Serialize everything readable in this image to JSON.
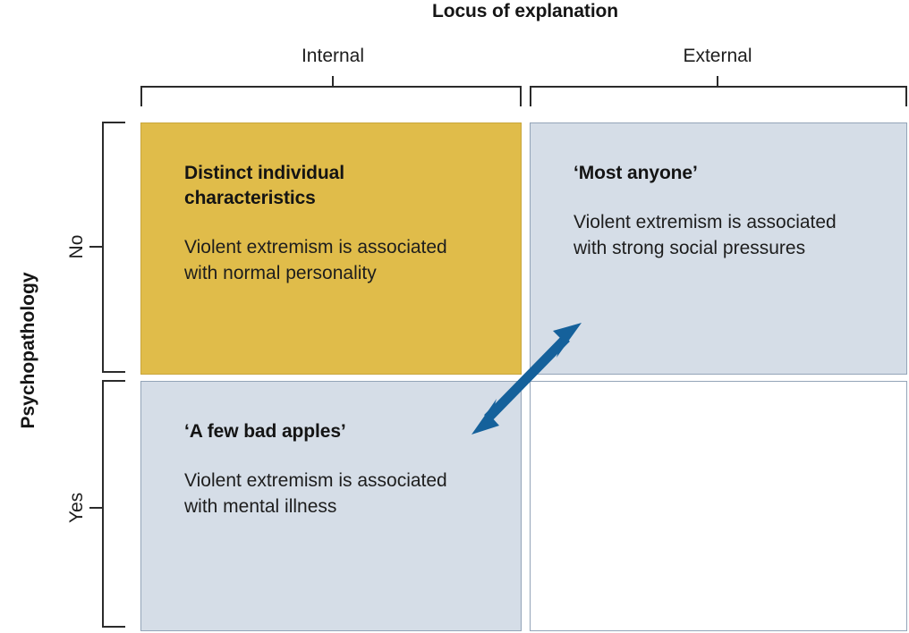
{
  "figure": {
    "column_axis_title": "Locus of explanation",
    "row_axis_title": "Psychopathology",
    "column_labels": [
      "Internal",
      "External"
    ],
    "row_labels": [
      "No",
      "Yes"
    ],
    "colors": {
      "highlight_yellow": "#E0BC4A",
      "panel_blue_grey": "#D5DDE7",
      "panel_border_blue": "#93A4B8",
      "arrow_blue": "#15619B",
      "bracket_black": "#2b2b2b",
      "text_black": "#1a1a1a",
      "background_white": "#ffffff"
    },
    "arrow": {
      "name": "double-headed-diagonal-arrow",
      "from": "bottom-left-quadrant",
      "to": "top-right-quadrant",
      "heads": "both"
    }
  },
  "quadrants": {
    "internal_no": {
      "heading": "Distinct individual characteristics",
      "body": "Violent extremism is associated with normal personality",
      "locus": "Internal",
      "psychopathology": "No",
      "fill": "#E0BC4A"
    },
    "external_no": {
      "heading": "‘Most anyone’",
      "body": "Violent extremism is associated with strong social pressures",
      "locus": "External",
      "psychopathology": "No",
      "fill": "#D5DDE7"
    },
    "internal_yes": {
      "heading": "‘A few bad apples’",
      "body": "Violent extremism is associated with mental illness",
      "locus": "Internal",
      "psychopathology": "Yes",
      "fill": "#D5DDE7"
    },
    "external_yes": {
      "heading": "",
      "body": "",
      "locus": "External",
      "psychopathology": "Yes",
      "fill": "#ffffff"
    }
  },
  "chart_data": {
    "type": "table",
    "title": "Locus of explanation",
    "xlabel": "Locus of explanation",
    "ylabel": "Psychopathology",
    "columns": [
      "Internal",
      "External"
    ],
    "rows": [
      "No",
      "Yes"
    ],
    "cells": [
      [
        {
          "heading": "Distinct individual characteristics",
          "body": "Violent extremism is associated with normal personality",
          "fill": "#E0BC4A"
        },
        {
          "heading": "‘Most anyone’",
          "body": "Violent extremism is associated with strong social pressures",
          "fill": "#D5DDE7"
        }
      ],
      [
        {
          "heading": "‘A few bad apples’",
          "body": "Violent extremism is associated with mental illness",
          "fill": "#D5DDE7"
        },
        {
          "heading": "",
          "body": "",
          "fill": "#ffffff"
        }
      ]
    ],
    "annotations": [
      {
        "type": "double-headed-arrow",
        "color": "#15619B",
        "connects": [
          "Internal / Yes",
          "External / No"
        ]
      }
    ],
    "grid": false,
    "legend": "none"
  }
}
